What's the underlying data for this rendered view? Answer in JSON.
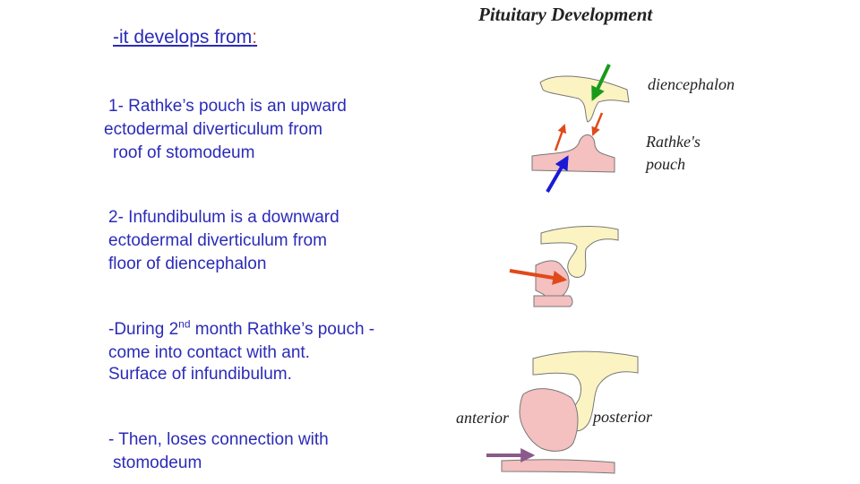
{
  "heading": {
    "text": "-it develops from",
    "colon": ":"
  },
  "points": [
    {
      "lines": [
        "1- Rathke’s pouch is an upward",
        "ectodermal diverticulum from",
        "roof of stomodeum"
      ]
    },
    {
      "lines": [
        "2- Infundibulum is a downward",
        "ectodermal diverticulum from",
        "floor of diencephalon"
      ]
    },
    {
      "line1_pre": "-During 2",
      "line1_sup": "nd",
      "line1_post": " month Rathke’s pouch   -",
      "lines": [
        "come into contact with ant.",
        "Surface of infundibulum."
      ]
    },
    {
      "lines": [
        "- Then, loses connection with",
        "stomodeum"
      ]
    }
  ],
  "figure": {
    "title": "Pituitary Development",
    "labels": {
      "diencephalon": "diencephalon",
      "rathke1": "Rathke's",
      "rathke2": "pouch",
      "anterior": "anterior",
      "posterior": "posterior"
    }
  },
  "colors": {
    "text": "#2b2bb8",
    "neural": "#fbf3c2",
    "pouch": "#f4c0c0",
    "arrow_green": "#1a9a1a",
    "arrow_blue": "#1a1ad6",
    "arrow_red": "#e04a1a",
    "arrow_purple": "#8a5a8a"
  }
}
